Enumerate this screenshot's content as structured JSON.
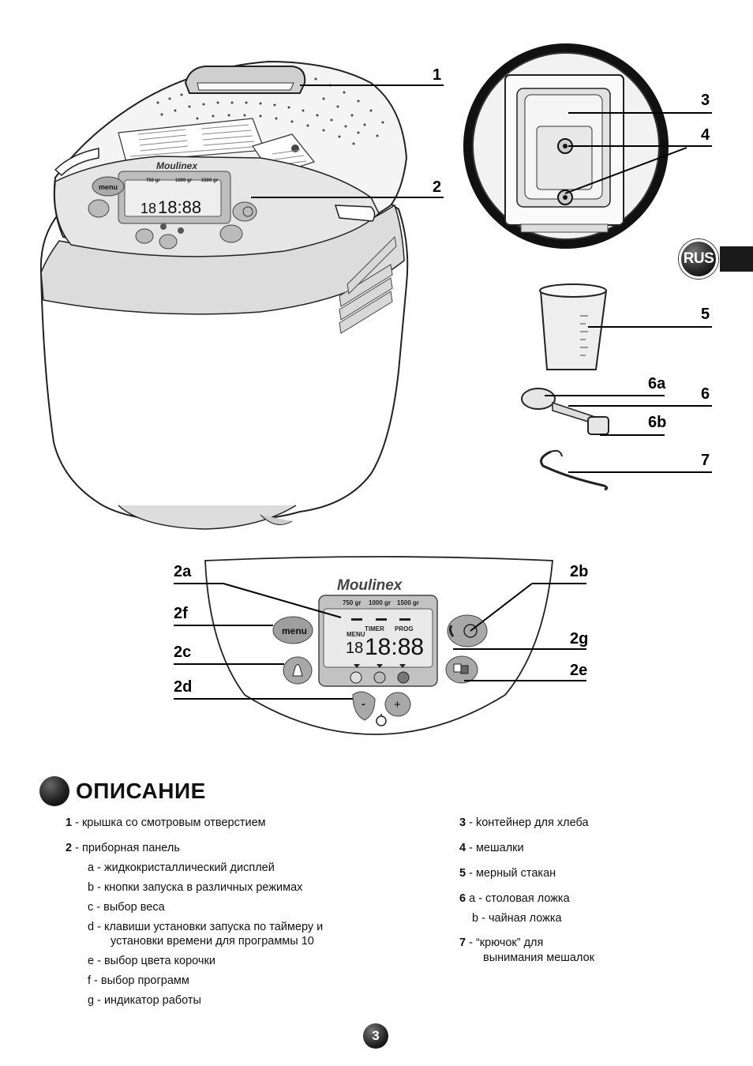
{
  "callouts": {
    "c1": "1",
    "c2": "2",
    "c3": "3",
    "c4": "4",
    "c5": "5",
    "c6a": "6a",
    "c6": "6",
    "c6b": "6b",
    "c7": "7",
    "c2a": "2a",
    "c2b": "2b",
    "c2f": "2f",
    "c2g": "2g",
    "c2c": "2c",
    "c2e": "2e",
    "c2d": "2d"
  },
  "rus_tab": "RUS",
  "panel": {
    "brand": "Moulinex",
    "weights": [
      "750 gr",
      "1000 gr",
      "1500 gr"
    ],
    "menu_label": "MENU",
    "timer_label": "TIMER",
    "prog_label": "PROG",
    "menu_digits": "18",
    "time_digits": "18:88",
    "menu_button": "menu",
    "minus": "-",
    "plus": "+"
  },
  "section_title": "ОПИСАНИЕ",
  "left_items": {
    "i1_num": "1",
    "i1_text": "-  крышка со смотровым отверстием",
    "i2_num": "2",
    "i2_text": "-  приборная панель",
    "a": "a  -  жидкокристаллический дисплей",
    "b": "b  -  кнопки запуска в различных режимах",
    "c": "c  -  выбор веса",
    "d1": "d  -  клавиши установки запуска по таймеру и",
    "d2": "установки времени для программы 10",
    "e": "e  -  выбор цвета корочки",
    "f": "f  -  выбор программ",
    "g": "g  -  индикатор работы"
  },
  "right_items": {
    "i3_num": "3",
    "i3_text": "-  kонтейнер для хлеба",
    "i4_num": "4",
    "i4_text": "-  мешалки",
    "i5_num": "5",
    "i5_text": "-  мерный стакан",
    "i6_num": "6",
    "i6_text": "a - столовая ложка",
    "i6b_text": "b - чайная ложка",
    "i7_num": "7",
    "i7_text": "-  “крючок” для",
    "i7_text2": "вынимания мешалок"
  },
  "page_number": "3"
}
